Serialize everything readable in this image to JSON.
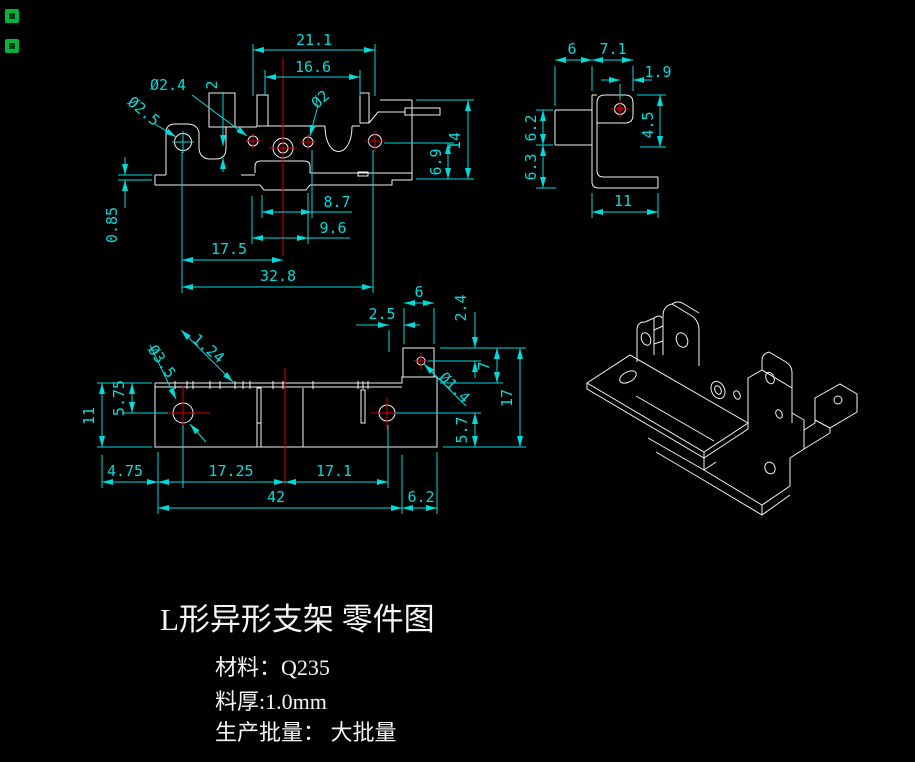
{
  "colors": {
    "background": "#000000",
    "outline": "#f2f2f2",
    "dimension": "#00dcdc",
    "centerline": "#d40000",
    "corner_marker": "#00b43c"
  },
  "title_block": {
    "title": "L形异形支架  零件图",
    "material": "材料：Q235",
    "thickness": "料厚:1.0mm",
    "batch": "生产批量： 大批量"
  },
  "views": {
    "front": {
      "dims": {
        "top_width": "21.1",
        "inner_width": "16.6",
        "hole_mid": "Ø2.4",
        "hole_left": "Ø2.5",
        "hole_center": "Ø2",
        "step": "2",
        "height": "14",
        "inner_height": "6.9",
        "flange_offset": "0.85",
        "notch_inner": "8.7",
        "notch_outer": "9.6",
        "left_span": "17.5",
        "overall_width": "32.8"
      }
    },
    "side": {
      "dims": {
        "flange_width": "6",
        "top_width": "7.1",
        "hole_offset": "1.9",
        "upper_height": "6.2",
        "lower_height": "6.3",
        "hole_height": "4.5",
        "base_width": "11"
      }
    },
    "bottom": {
      "dims": {
        "edge_to_hole": "5.75",
        "slot_pitch": "1.24",
        "hole_big": "Ø3.5",
        "height": "11",
        "tab_offset": "2.5",
        "tab_width": "6",
        "tab_hole_offset": "2.4",
        "tab_span": "7",
        "right_height": "17",
        "tab_hole": "Ø1.4",
        "hole_bottom": "5.7",
        "left_offset": "4.75",
        "pitch_left": "17.25",
        "pitch_right": "17.1",
        "overall": "42",
        "wall": "6.2"
      }
    }
  }
}
